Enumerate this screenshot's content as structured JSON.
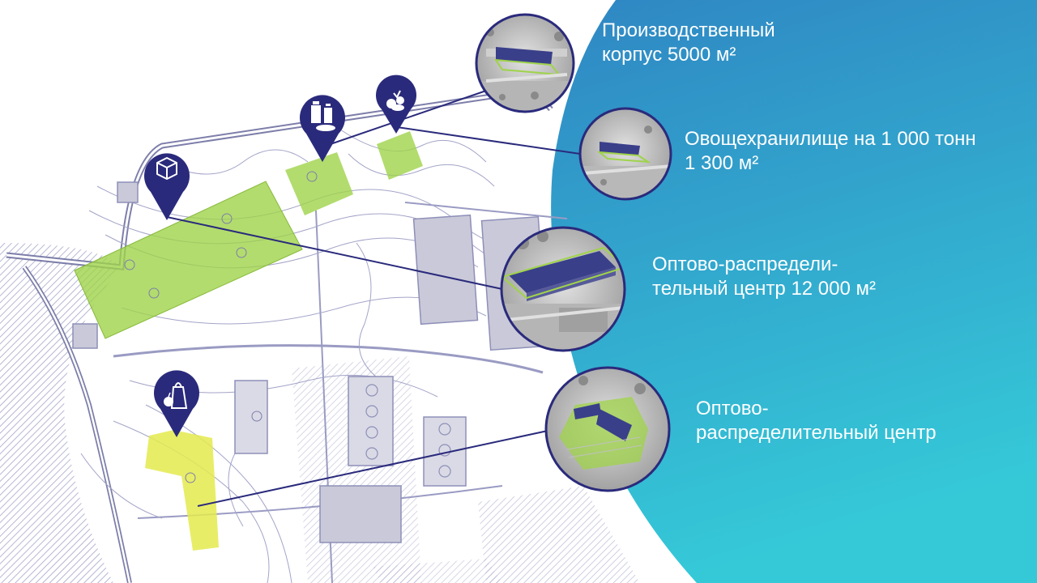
{
  "colors": {
    "gradient_top": "#2f86c3",
    "gradient_bottom": "#35c9d8",
    "map_lines": "#8e8fb8",
    "zone_green": "#9fd34a",
    "zone_yellow": "#e4ea4e",
    "pin": "#2a2a7c",
    "connector": "#2a2a7c",
    "label_text": "#ffffff"
  },
  "pins": [
    {
      "name": "box-icon"
    },
    {
      "name": "dairy-icon"
    },
    {
      "name": "vegetables-icon"
    },
    {
      "name": "grocery-bag-icon"
    }
  ],
  "facilities": [
    {
      "lines": [
        "Производственный",
        "корпус 5000 м²"
      ]
    },
    {
      "lines": [
        "Овощехранилище на 1 000 тонн",
        "1 300 м²"
      ]
    },
    {
      "lines": [
        "Оптово-распредели-",
        "тельный центр 12 000 м²"
      ]
    },
    {
      "lines": [
        "Оптово-",
        "распределительный центр"
      ]
    }
  ]
}
